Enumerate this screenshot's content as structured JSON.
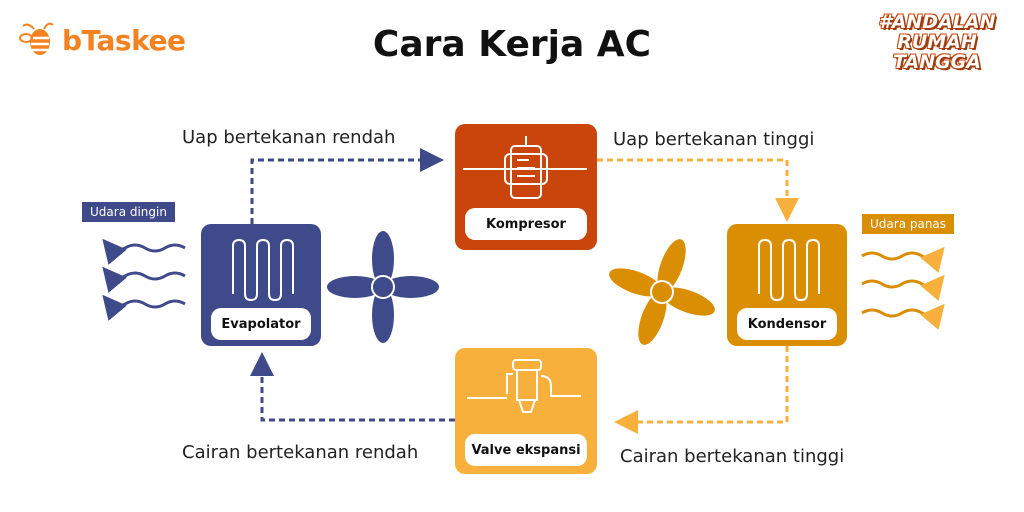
{
  "header": {
    "title": "Cara Kerja AC",
    "brand": "bTaskee",
    "hashtag_logo": "#ANDALAN RUMAH TANGGA"
  },
  "components": {
    "kompresor": "Kompresor",
    "evaporator": "Evapolator",
    "kondensor": "Kondensor",
    "valve": "Valve ekspansi"
  },
  "flows": {
    "low_vapor": "Uap bertekanan rendah",
    "high_vapor": "Uap bertekanan tinggi",
    "low_liquid": "Cairan bertekanan rendah",
    "high_liquid": "Cairan bertekanan tinggi"
  },
  "air": {
    "cold": "Udara dingin",
    "hot": "Udara panas"
  },
  "colors": {
    "brand": "#f58220",
    "kompresor": "#c9450c",
    "evaporator": "#3f4a8a",
    "kondensor": "#d98e04",
    "valve": "#f7b03b",
    "hot_line": "#f7b03b"
  }
}
